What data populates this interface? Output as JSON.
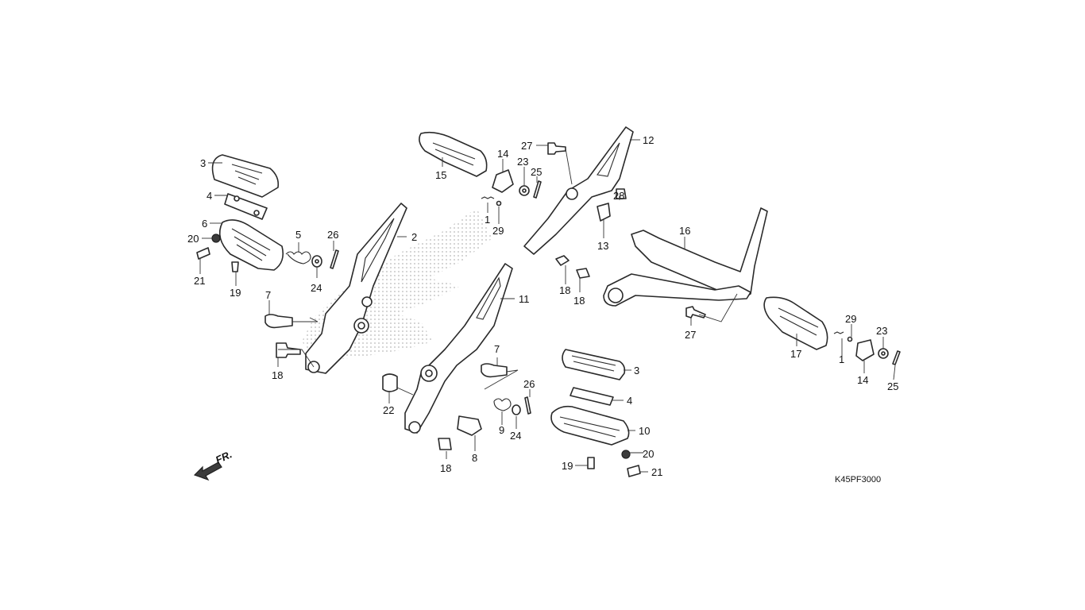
{
  "diagram": {
    "code": "K45PF3000",
    "front_label": "FR.",
    "callouts": [
      {
        "id": "c-3a",
        "text": "3"
      },
      {
        "id": "c-4a",
        "text": "4"
      },
      {
        "id": "c-6",
        "text": "6"
      },
      {
        "id": "c-20a",
        "text": "20"
      },
      {
        "id": "c-21a",
        "text": "21"
      },
      {
        "id": "c-19a",
        "text": "19"
      },
      {
        "id": "c-5",
        "text": "5"
      },
      {
        "id": "c-24a",
        "text": "24"
      },
      {
        "id": "c-26a",
        "text": "26"
      },
      {
        "id": "c-2",
        "text": "2"
      },
      {
        "id": "c-7a",
        "text": "7"
      },
      {
        "id": "c-18a",
        "text": "18"
      },
      {
        "id": "c-15",
        "text": "15"
      },
      {
        "id": "c-14a",
        "text": "14"
      },
      {
        "id": "c-23a",
        "text": "23"
      },
      {
        "id": "c-25a",
        "text": "25"
      },
      {
        "id": "c-1a",
        "text": "1"
      },
      {
        "id": "c-29a",
        "text": "29"
      },
      {
        "id": "c-27a",
        "text": "27"
      },
      {
        "id": "c-12",
        "text": "12"
      },
      {
        "id": "c-28",
        "text": "28"
      },
      {
        "id": "c-13",
        "text": "13"
      },
      {
        "id": "c-18b",
        "text": "18"
      },
      {
        "id": "c-18c",
        "text": "18"
      },
      {
        "id": "c-11",
        "text": "11"
      },
      {
        "id": "c-16",
        "text": "16"
      },
      {
        "id": "c-27b",
        "text": "27"
      },
      {
        "id": "c-17",
        "text": "17"
      },
      {
        "id": "c-29b",
        "text": "29"
      },
      {
        "id": "c-23b",
        "text": "23"
      },
      {
        "id": "c-1b",
        "text": "1"
      },
      {
        "id": "c-14b",
        "text": "14"
      },
      {
        "id": "c-25b",
        "text": "25"
      },
      {
        "id": "c-7b",
        "text": "7"
      },
      {
        "id": "c-26b",
        "text": "26"
      },
      {
        "id": "c-3b",
        "text": "3"
      },
      {
        "id": "c-4b",
        "text": "4"
      },
      {
        "id": "c-10",
        "text": "10"
      },
      {
        "id": "c-22",
        "text": "22"
      },
      {
        "id": "c-9",
        "text": "9"
      },
      {
        "id": "c-24b",
        "text": "24"
      },
      {
        "id": "c-8",
        "text": "8"
      },
      {
        "id": "c-18d",
        "text": "18"
      },
      {
        "id": "c-20b",
        "text": "20"
      },
      {
        "id": "c-19b",
        "text": "19"
      },
      {
        "id": "c-21b",
        "text": "21"
      }
    ]
  }
}
